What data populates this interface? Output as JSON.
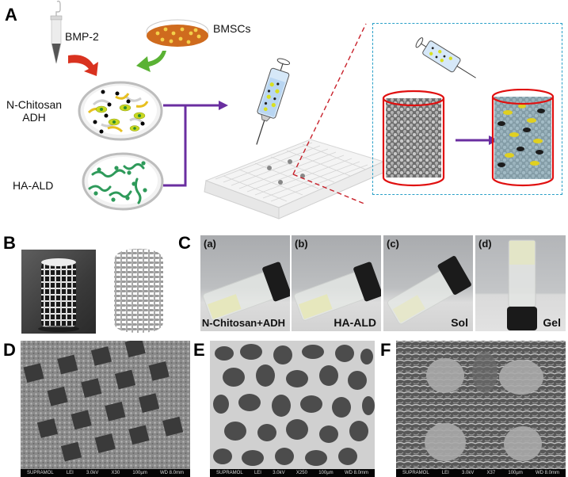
{
  "figure": {
    "panels": {
      "A": {
        "letter": "A",
        "labels": {
          "growth_factor": "BMP-2",
          "cells": "BMSCs",
          "component1_line1": "N-Chitosan",
          "component1_line2": "ADH",
          "component2": "HA-ALD"
        },
        "colors": {
          "red_arrow": "#d9321f",
          "green_arrow": "#5ab234",
          "purple_line": "#6a2ea0",
          "red_cylinder": "#e01010",
          "blue_dashbox": "#2aa0c8",
          "dish_orange": "#d06a1c",
          "polymer_green": "#2e9a5a"
        }
      },
      "B": {
        "letter": "B"
      },
      "C": {
        "letter": "C",
        "subpanels": [
          {
            "tag": "(a)",
            "caption": "N-Chitosan+ADH"
          },
          {
            "tag": "(b)",
            "caption": "HA-ALD"
          },
          {
            "tag": "(c)",
            "caption": "Sol"
          },
          {
            "tag": "(d)",
            "caption": "Gel"
          }
        ]
      },
      "D": {
        "letter": "D",
        "sem_bar": {
          "org": "SUPRAMOL",
          "detector": "LEI",
          "voltage": "3.0kV",
          "mag": "X30",
          "scale": "100µm",
          "wd": "WD 8.0mm"
        }
      },
      "E": {
        "letter": "E",
        "sem_bar": {
          "org": "SUPRAMOL",
          "detector": "LEI",
          "voltage": "3.0kV",
          "mag": "X250",
          "scale": "100µm",
          "wd": "WD 8.0mm"
        }
      },
      "F": {
        "letter": "F",
        "sem_bar": {
          "org": "SUPRAMOL",
          "detector": "LEI",
          "voltage": "3.0kV",
          "mag": "X37",
          "scale": "100µm",
          "wd": "WD 8.0mm"
        }
      }
    }
  }
}
